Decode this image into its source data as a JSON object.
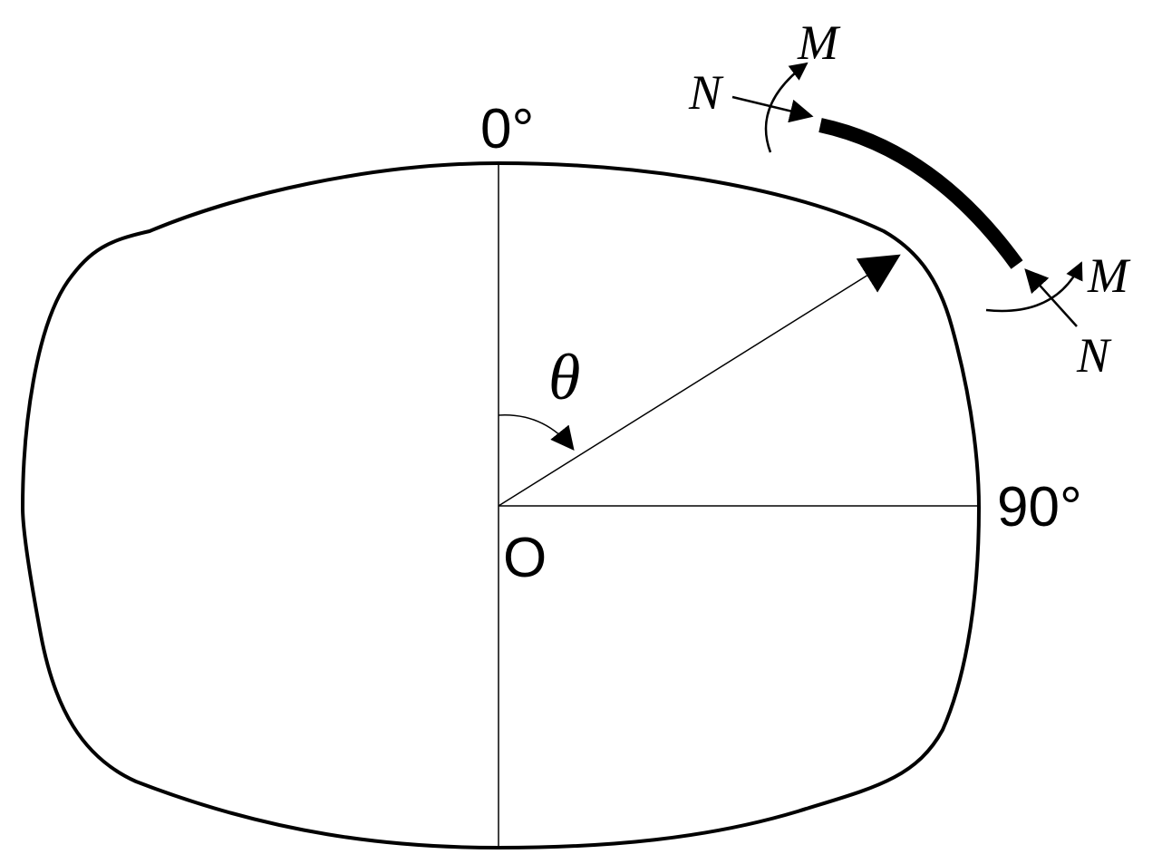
{
  "diagram": {
    "labels": {
      "top_angle": "0°",
      "right_angle": "90°",
      "origin": "O",
      "theta": "θ",
      "moment_upper": "M",
      "normal_upper": "N",
      "moment_lower": "M",
      "normal_lower": "N"
    },
    "colors": {
      "stroke": "#000000",
      "background": "#ffffff"
    }
  }
}
